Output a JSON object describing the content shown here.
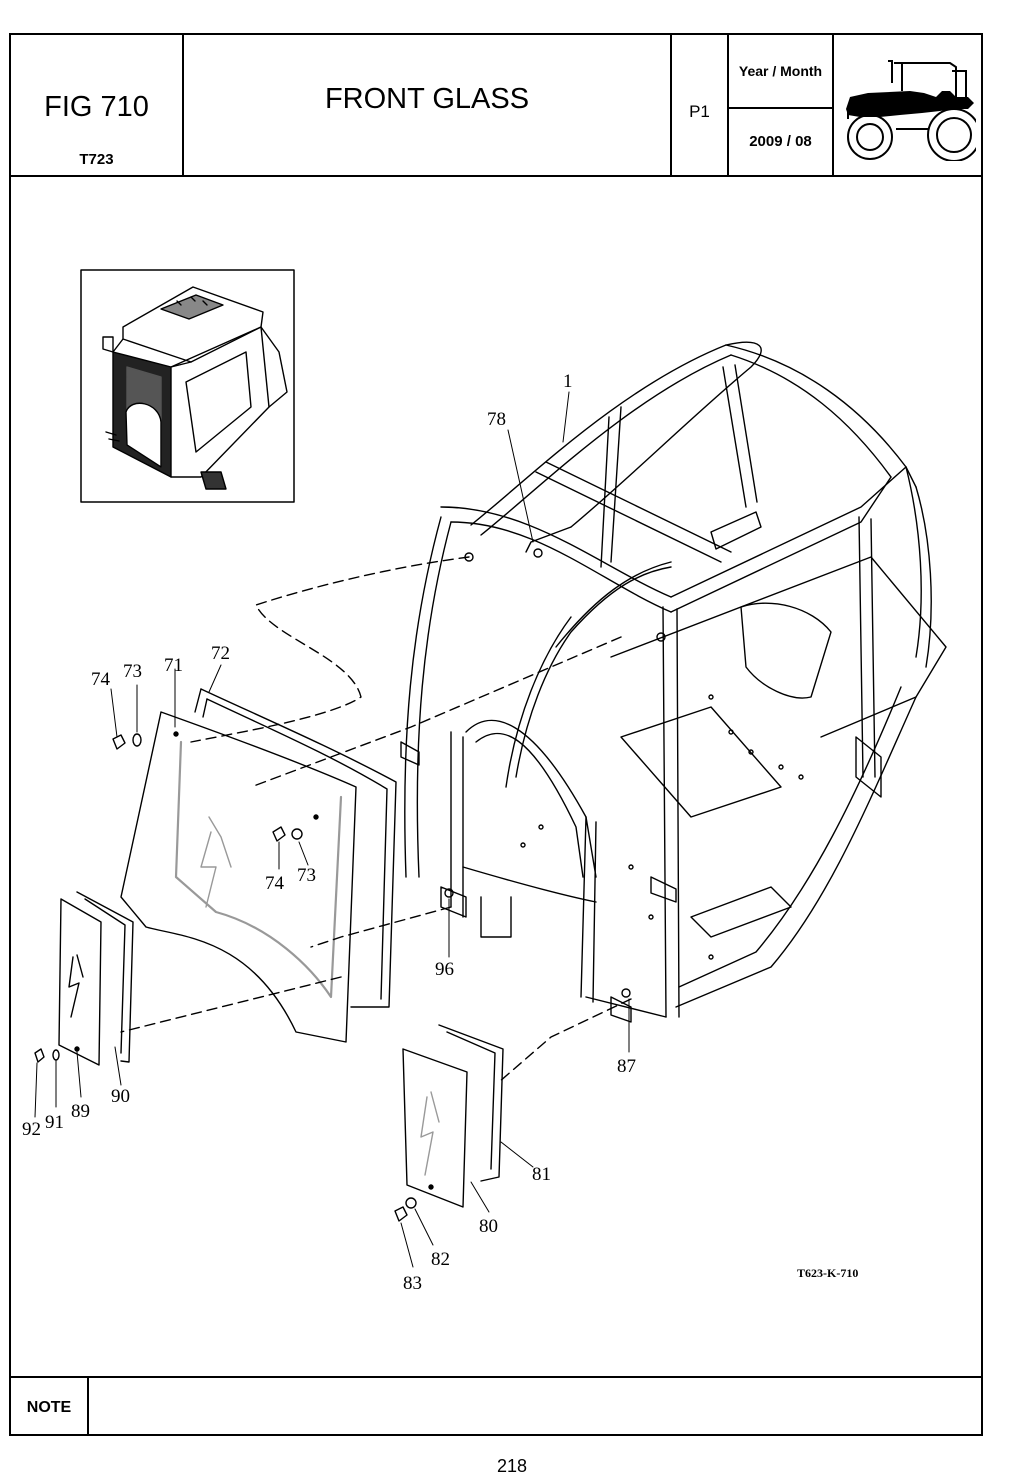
{
  "header": {
    "fig_number": "FIG 710",
    "model": "T723",
    "title": "FRONT GLASS",
    "page_code": "P1",
    "date_label": "Year / Month",
    "date_value": "2009 / 08",
    "logo_icon": "tractor-silhouette-icon"
  },
  "diagram": {
    "reference_code": "T623-K-710",
    "callouts": [
      "1",
      "78",
      "72",
      "71",
      "73",
      "74",
      "74",
      "73",
      "96",
      "87",
      "90",
      "89",
      "91",
      "92",
      "81",
      "80",
      "82",
      "83"
    ]
  },
  "note": {
    "label": "NOTE",
    "text": ""
  },
  "page_number": "218"
}
